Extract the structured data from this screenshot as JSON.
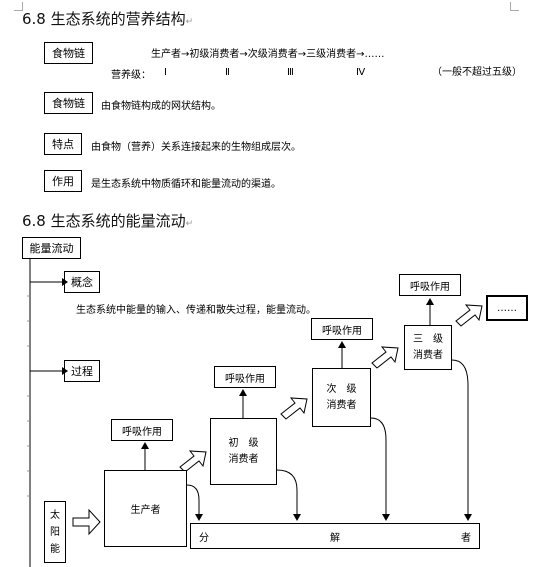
{
  "section1": {
    "heading": "6.8 生态系统的营养结构",
    "food_chain_label": "食物链",
    "food_chain_text": "生产者→初级消费者→次级消费者→三级消费者→……",
    "trophic_label": "营养级：",
    "levels": [
      "Ⅰ",
      "Ⅱ",
      "Ⅲ",
      "Ⅳ"
    ],
    "limit_note": "（一般不超过五级）",
    "food_web_label": "食物链",
    "food_web_text": "由食物链构成的网状结构。",
    "feature_label": "特点",
    "feature_text": "由食物（营养）关系连接起来的生物组成层次。",
    "function_label": "作用",
    "function_text": "是生态系统中物质循环和能量流动的渠道。"
  },
  "section2": {
    "heading": "6.8 生态系统的能量流动",
    "energy_flow_label": "能量流动",
    "concept_label": "概念",
    "concept_text": "生态系统中能量的输入、传递和散失过程，能量流动。",
    "process_label": "过程"
  },
  "diagram": {
    "sun": [
      "太",
      "阳",
      "能"
    ],
    "producer": "生产者",
    "primary": [
      "初　级",
      "消费者"
    ],
    "secondary": [
      "次　级",
      "消费者"
    ],
    "tertiary": [
      "三　级",
      "消费者"
    ],
    "more": "……",
    "respiration": "呼吸作用",
    "decomposer": [
      "分",
      "解",
      "者"
    ]
  }
}
